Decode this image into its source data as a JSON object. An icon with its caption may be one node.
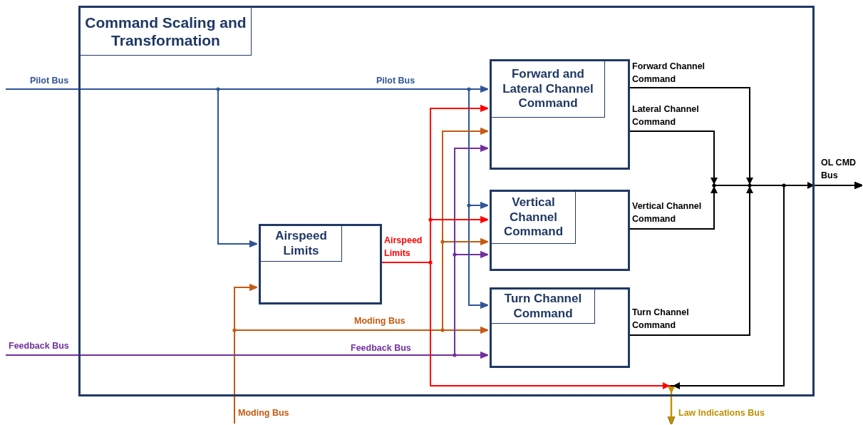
{
  "diagram": {
    "nodes": [
      {
        "text": [
          "Command Scaling and Transformation"
        ]
      },
      {
        "text": [
          "Airspeed Limits"
        ],
        "in": 0
      },
      {
        "text": [
          "Forward and Lateral Channel Command"
        ],
        "in": 0
      },
      {
        "text": [
          "Vertical Channel Command"
        ],
        "in": 0
      },
      {
        "text": [
          "Turn Channel Command"
        ],
        "in": 0
      },
      {
        "text": [
          "Moding Bus"
        ]
      },
      {
        "text": [
          "OL CMD Bus"
        ]
      },
      {
        "text": [
          "Law Indications Bus"
        ]
      }
    ],
    "edges": [
      {
        "from": null,
        "to": 1,
        "arrow": "to",
        "color": "#2f5597"
      },
      {
        "from": null,
        "to": 2,
        "arrow": "to",
        "color": "#2f5597"
      },
      {
        "from": null,
        "to": 3,
        "arrow": "to",
        "color": "#2f5597"
      },
      {
        "from": null,
        "to": 4,
        "arrow": "to",
        "color": "#2f5597"
      },
      {
        "from": 5,
        "to": 1,
        "arrow": "to",
        "color": "#c55a11"
      },
      {
        "from": 5,
        "to": 2,
        "arrow": "to",
        "color": "#c55a11"
      },
      {
        "from": 5,
        "to": 3,
        "arrow": "to",
        "color": "#c55a11"
      },
      {
        "from": 5,
        "to": 4,
        "arrow": "to",
        "color": "#c55a11"
      },
      {
        "from": null,
        "to": 2,
        "arrow": "to",
        "color": "#7030a0"
      },
      {
        "from": null,
        "to": 3,
        "arrow": "to",
        "color": "#7030a0"
      },
      {
        "from": null,
        "to": 4,
        "arrow": "to",
        "color": "#7030a0"
      },
      {
        "from": 1,
        "to": 2,
        "arrow": "to",
        "color": "#ff0000"
      },
      {
        "from": 1,
        "to": 3,
        "arrow": "to",
        "color": "#ff0000"
      },
      {
        "from": 1,
        "to": 7,
        "arrow": "to",
        "color": "#ff0000"
      },
      {
        "from": 2,
        "to": 6,
        "arrow": "to",
        "color": "#000000"
      },
      {
        "from": 2,
        "to": 6,
        "arrow": "to",
        "color": "#000000"
      },
      {
        "from": 3,
        "to": 6,
        "arrow": "to",
        "color": "#000000"
      },
      {
        "from": 4,
        "to": 6,
        "arrow": "to",
        "color": "#000000"
      },
      {
        "from": 2,
        "to": 7,
        "arrow": "to",
        "color": "#000000"
      },
      {
        "from": 2,
        "to": 7,
        "arrow": "to",
        "color": "#000000"
      },
      {
        "from": 3,
        "to": 7,
        "arrow": "to",
        "color": "#000000"
      },
      {
        "from": 4,
        "to": 7,
        "arrow": "to",
        "color": "#000000"
      }
    ],
    "labels": [
      "Pilot Bus",
      "Pilot Bus",
      "Airspeed Limits",
      "Moding Bus",
      "Feedback Bus",
      "Feedback Bus",
      "Forward Channel Command",
      "Lateral Channel Command",
      "Vertical Channel Command",
      "Turn Channel Command"
    ]
  }
}
